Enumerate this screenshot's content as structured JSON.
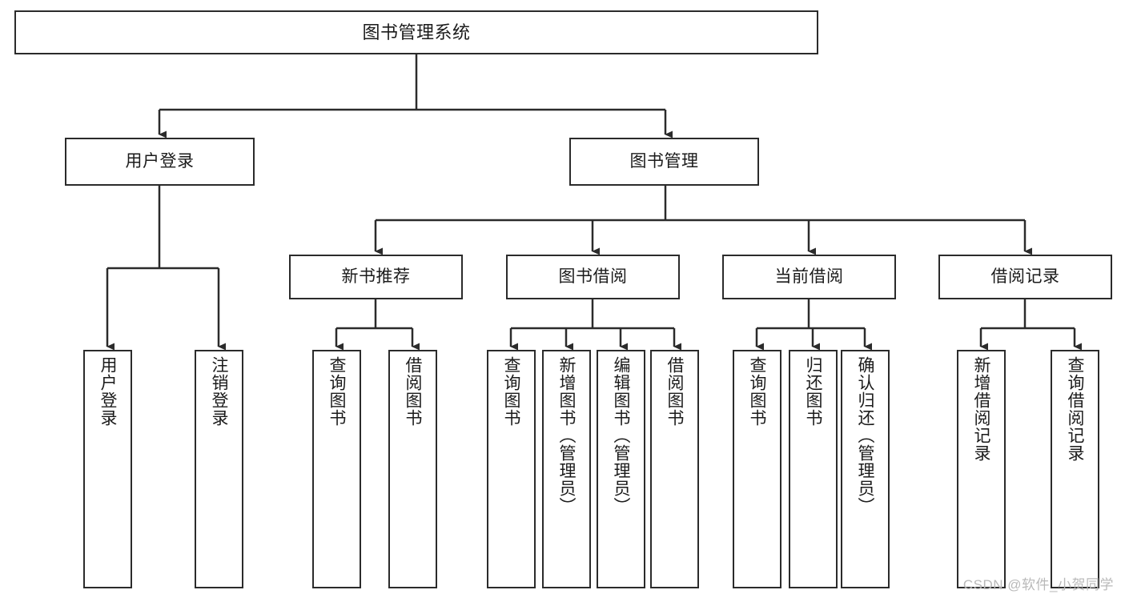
{
  "diagram": {
    "title": "图书管理系统",
    "watermark": "CSDN @软件_小贺同学",
    "stroke_color": "#2b2b2b",
    "background_color": "#ffffff",
    "nodes": {
      "root": "图书管理系统",
      "branch_user_login": "用户登录",
      "branch_book_manage": "图书管理",
      "group_new_book": "新书推荐",
      "group_borrow": "图书借阅",
      "group_current_borrow": "当前借阅",
      "group_borrow_record": "借阅记录",
      "leaf_user_login": "用户登录",
      "leaf_logout": "注销登录",
      "leaf_new_query_book": "查询图书",
      "leaf_new_borrow_book": "借阅图书",
      "leaf_borrow_query_book": "查询图书",
      "leaf_add_book_admin": "新增图书（管理员）",
      "leaf_edit_book_admin": "编辑图书（管理员）",
      "leaf_borrow_book": "借阅图书",
      "leaf_current_query_book": "查询图书",
      "leaf_return_book": "归还图书",
      "leaf_confirm_return_admin": "确认归还（管理员）",
      "leaf_add_borrow_record": "新增借阅记录",
      "leaf_query_borrow_record": "查询借阅记录"
    }
  }
}
